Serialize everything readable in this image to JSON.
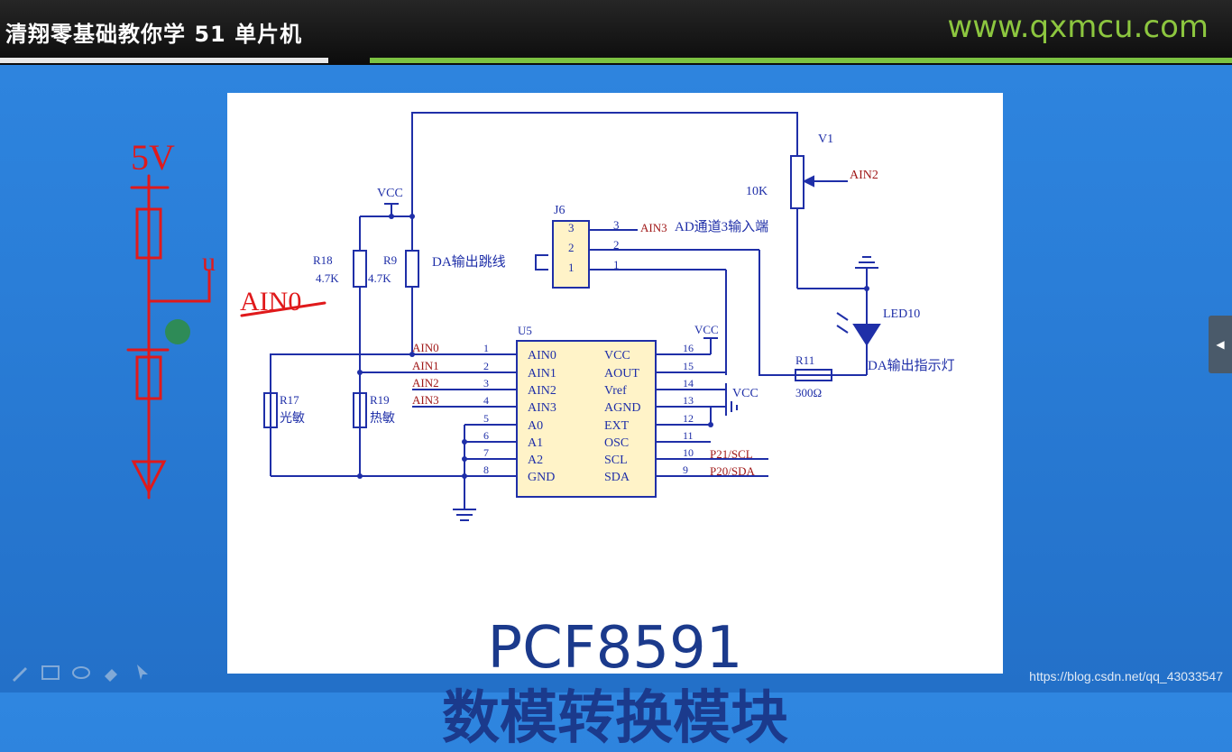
{
  "header": {
    "course_title": "清翔零基础教你学 51 单片机",
    "site_url": "www.qxmcu.com"
  },
  "slide": {
    "heading_model": "PCF8591",
    "heading_desc": "数模转换模块",
    "components": {
      "v1_ref": "V1",
      "v1_value": "10K",
      "v1_wiper": "AIN2",
      "j6_ref": "J6",
      "j6_label": "DA输出跳线",
      "j6_ain3": "AIN3",
      "j6_desc": "AD通道3输入端",
      "vcc": "VCC",
      "r18_ref": "R18",
      "r18_value": "4.7K",
      "r9_ref": "R9",
      "r9_value": "4.7K",
      "r17_ref": "R17",
      "r17_desc": "光敏",
      "r19_ref": "R19",
      "r19_desc": "热敏",
      "led_ref": "LED10",
      "led_desc": "DA输出指示灯",
      "r11_ref": "R11",
      "r11_value": "300Ω",
      "u5_ref": "U5",
      "p21": "P21/SCL",
      "p20": "P20/SDA"
    },
    "j6_pins": [
      "3",
      "2",
      "1"
    ],
    "left_pins": [
      {
        "num": "1",
        "name": "AIN0",
        "net": "AIN0"
      },
      {
        "num": "2",
        "name": "AIN1",
        "net": "AIN1"
      },
      {
        "num": "3",
        "name": "AIN2",
        "net": "AIN2"
      },
      {
        "num": "4",
        "name": "AIN3",
        "net": "AIN3"
      },
      {
        "num": "5",
        "name": "A0",
        "net": ""
      },
      {
        "num": "6",
        "name": "A1",
        "net": ""
      },
      {
        "num": "7",
        "name": "A2",
        "net": ""
      },
      {
        "num": "8",
        "name": "GND",
        "net": ""
      }
    ],
    "right_pins": [
      {
        "num": "16",
        "name": "VCC"
      },
      {
        "num": "15",
        "name": "AOUT"
      },
      {
        "num": "14",
        "name": "Vref"
      },
      {
        "num": "13",
        "name": "AGND"
      },
      {
        "num": "12",
        "name": "EXT"
      },
      {
        "num": "11",
        "name": "OSC"
      },
      {
        "num": "10",
        "name": "SCL"
      },
      {
        "num": "9",
        "name": "SDA"
      }
    ]
  },
  "annotation": {
    "supply": "5V",
    "node": "u",
    "channel": "AIN0"
  },
  "watermark": "https://blog.csdn.net/qq_43033547",
  "colors": {
    "background": "#2a7ed8",
    "accent_green": "#7cc242",
    "schematic_blue": "#1f2fa8",
    "net_red": "#a01818",
    "annotation_red": "#e0191b"
  }
}
